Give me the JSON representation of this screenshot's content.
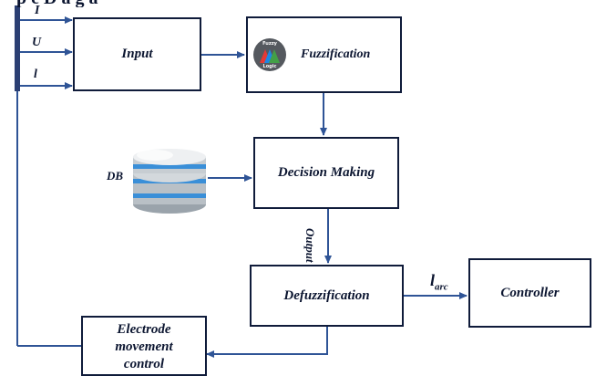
{
  "diagram": {
    "top_cut_text": "p    e   D   a   g   a",
    "inputs": [
      {
        "label": "I"
      },
      {
        "label": "U"
      },
      {
        "label": "l"
      }
    ],
    "blocks": {
      "input": "Input",
      "fuzzification": "Fuzzification",
      "decision_making": "Decision Making",
      "defuzzification": "Defuzzification",
      "controller": "Controller",
      "electrode_line1": "Electrode",
      "electrode_line2": "movement",
      "electrode_line3": "control"
    },
    "fuzzy_logo": {
      "top": "Fuzzy",
      "bottom": "Logic",
      "colors": [
        "#e53935",
        "#1e88e5",
        "#43a047"
      ]
    },
    "db_label": "DB",
    "output_label": "Output",
    "larc": {
      "main": "l",
      "sub": "arc"
    },
    "colors": {
      "arrow": "#2f5496",
      "border": "#0f1b3a",
      "bus": "#2b3f73"
    }
  }
}
